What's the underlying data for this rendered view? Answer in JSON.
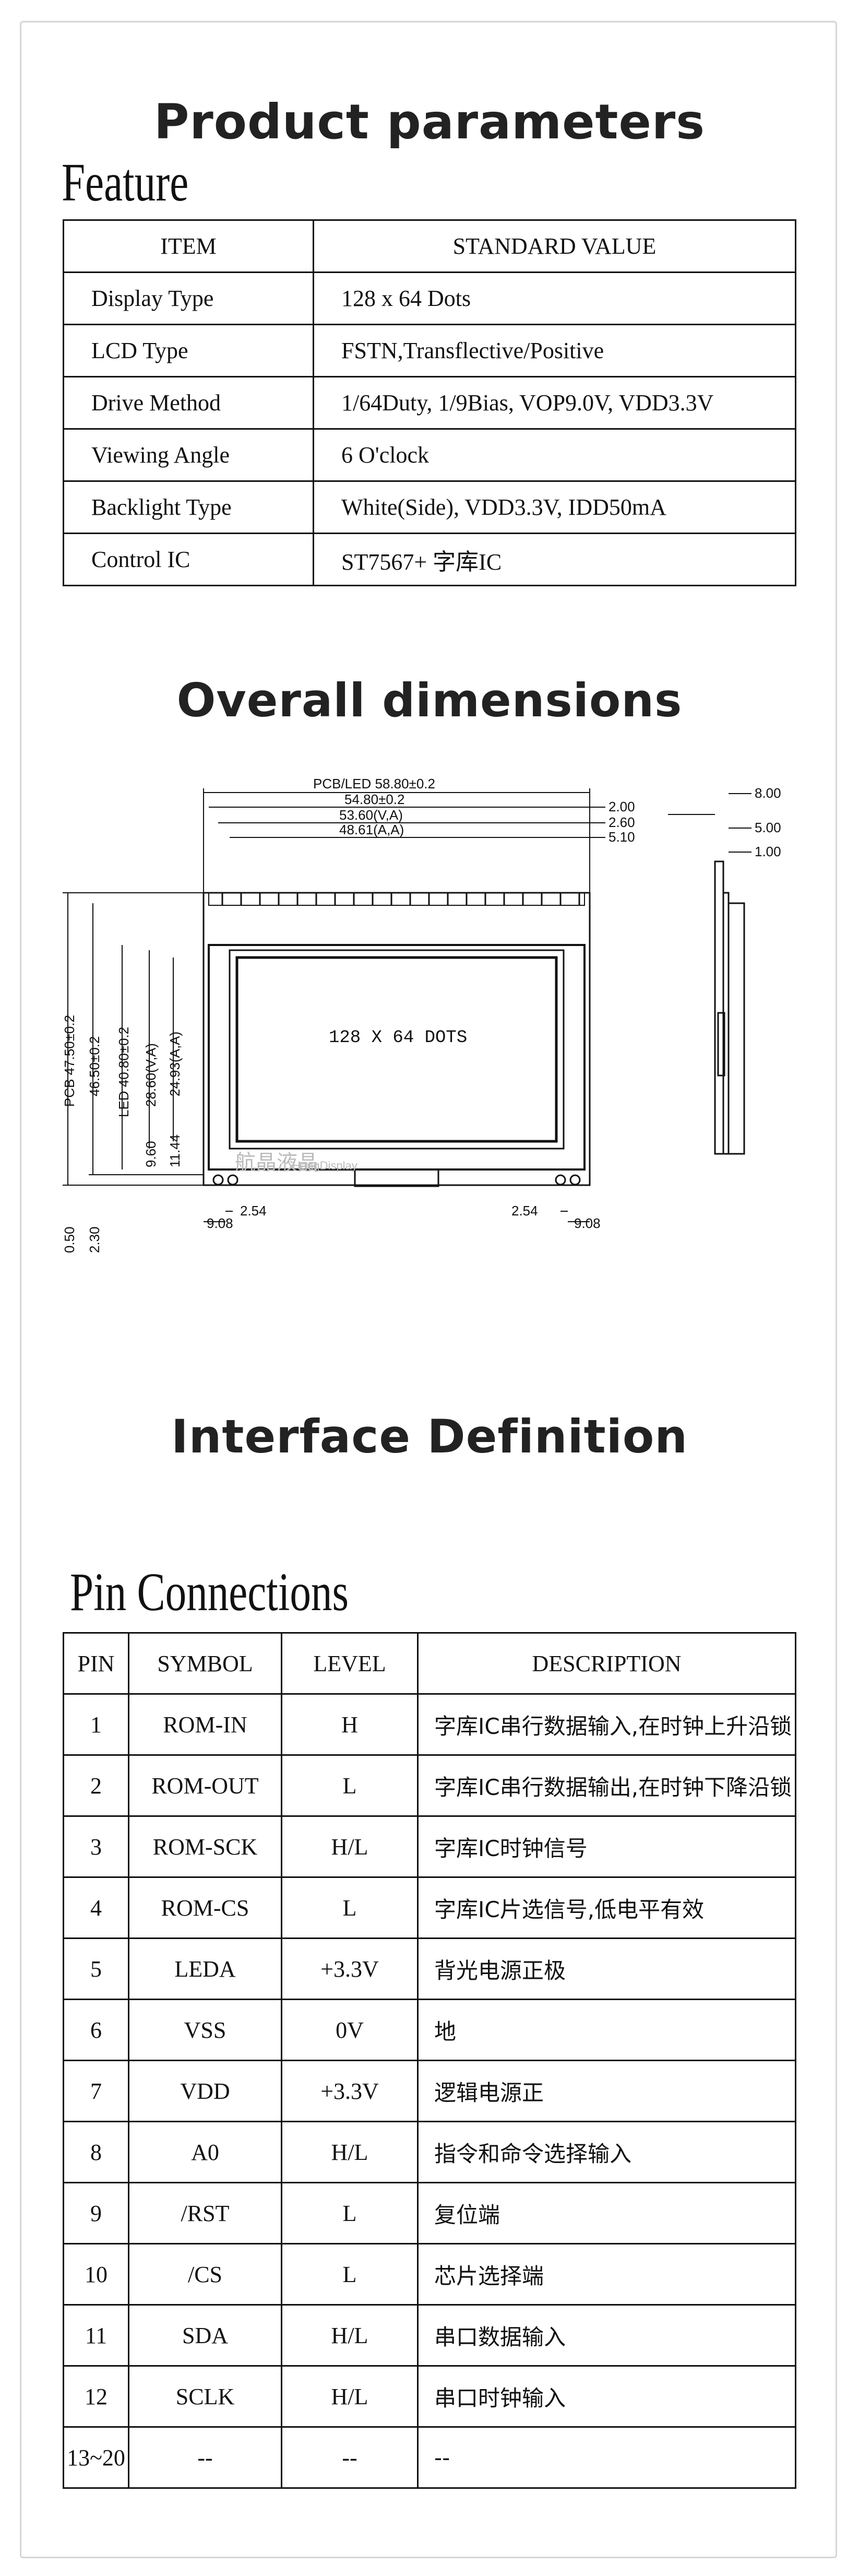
{
  "headings": {
    "product_parameters": "Product parameters",
    "overall_dimensions": "Overall dimensions",
    "interface_definition": "Interface Definition"
  },
  "feature": {
    "title": "Feature",
    "headers": [
      "ITEM",
      "STANDARD VALUE"
    ],
    "rows": [
      {
        "item": "Display Type",
        "value": "128 x 64 Dots"
      },
      {
        "item": "LCD Type",
        "value": "FSTN,Transflective/Positive"
      },
      {
        "item": "Drive Method",
        "value": "1/64Duty, 1/9Bias, VOP9.0V, VDD3.3V"
      },
      {
        "item": "Viewing Angle",
        "value": "6 O'clock"
      },
      {
        "item": "Backlight Type",
        "value": "White(Side), VDD3.3V, IDD50mA"
      },
      {
        "item": "Control IC",
        "value": "ST7567+ 字库IC"
      }
    ]
  },
  "drawing": {
    "screen_text": "128 X 64 DOTS",
    "pcb_led_width": "PCB/LED 58.80±0.2",
    "width_5480": "54.80±0.2",
    "width_5360": "53.60(V,A)",
    "width_4861": "48.61(A,A)",
    "r_200": "2.00",
    "r_260": "2.60",
    "r_510": "5.10",
    "s_800": "8.00",
    "s_500": "5.00",
    "s_100": "1.00",
    "v_pcb": "PCB 47.50±0.2",
    "v_4650": "46.50±0.2",
    "v_led": "LED 40.80±0.2",
    "v_2860": "28.60(V,A)",
    "v_2493": "24.93(A,A)",
    "v_960": "9.60",
    "v_1144": "11.44",
    "v_050": "0.50",
    "v_230": "2.30",
    "b_908_l": "9.08",
    "b_254_l": "2.54",
    "b_254_r": "2.54",
    "b_908_r": "9.08",
    "logo_cn": "航晶液晶",
    "logo_en": "HangDisplay"
  },
  "pins": {
    "title": "Pin Connections",
    "headers": [
      "PIN",
      "SYMBOL",
      "LEVEL",
      "DESCRIPTION"
    ],
    "rows": [
      {
        "pin": "1",
        "symbol": "ROM-IN",
        "level": "H",
        "desc": "字库IC串行数据输入,在时钟上升沿锁"
      },
      {
        "pin": "2",
        "symbol": "ROM-OUT",
        "level": "L",
        "desc": "字库IC串行数据输出,在时钟下降沿锁"
      },
      {
        "pin": "3",
        "symbol": "ROM-SCK",
        "level": "H/L",
        "desc": "字库IC时钟信号"
      },
      {
        "pin": "4",
        "symbol": "ROM-CS",
        "level": "L",
        "desc": "字库IC片选信号,低电平有效"
      },
      {
        "pin": "5",
        "symbol": "LEDA",
        "level": "+3.3V",
        "desc": "背光电源正极"
      },
      {
        "pin": "6",
        "symbol": "VSS",
        "level": "0V",
        "desc": "地"
      },
      {
        "pin": "7",
        "symbol": "VDD",
        "level": "+3.3V",
        "desc": "逻辑电源正"
      },
      {
        "pin": "8",
        "symbol": "A0",
        "level": "H/L",
        "desc": "指令和命令选择输入"
      },
      {
        "pin": "9",
        "symbol": "/RST",
        "level": "L",
        "desc": "复位端"
      },
      {
        "pin": "10",
        "symbol": "/CS",
        "level": "L",
        "desc": "芯片选择端"
      },
      {
        "pin": "11",
        "symbol": "SDA",
        "level": "H/L",
        "desc": "串口数据输入"
      },
      {
        "pin": "12",
        "symbol": "SCLK",
        "level": "H/L",
        "desc": "串口时钟输入"
      },
      {
        "pin": "13~20",
        "symbol": "--",
        "level": "--",
        "desc": "--"
      }
    ]
  }
}
